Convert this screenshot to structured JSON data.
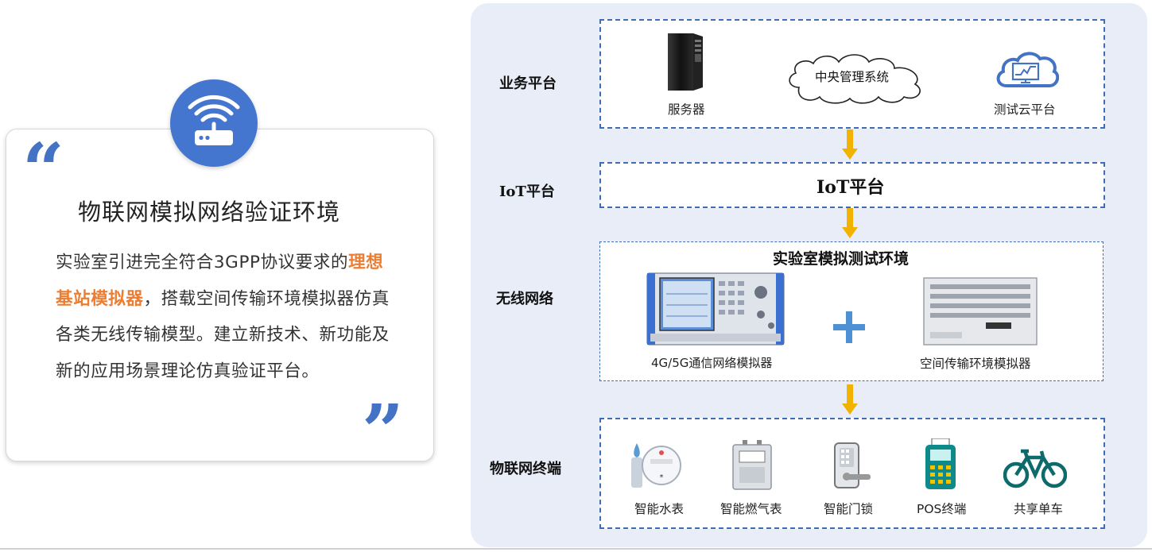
{
  "card": {
    "title": "物联网模拟网络验证环境",
    "body_part1": "实验室引进完全符合3GPP协议要求的",
    "body_highlight": "理想基站模拟器",
    "body_part2": "，搭载空间传输环境模拟器仿真各类无线传输模型。建立新技术、新功能及新的应用场景理论仿真验证平台。",
    "quote_open": "“",
    "quote_close": "”",
    "badge_icon": "router-icon"
  },
  "layers": {
    "business": {
      "label": "业务平台",
      "server": "服务器",
      "central": "中央管理系统",
      "cloud": "测试云平台"
    },
    "iot": {
      "label": "IoT平台",
      "center": "IoT平台"
    },
    "wireless": {
      "label": "无线网络",
      "title": "实验室模拟测试环境",
      "sim1": "4G/5G通信网络模拟器",
      "sim2": "空间传输环境模拟器",
      "plus": "+"
    },
    "terminal": {
      "label": "物联网终端",
      "items": [
        "智能水表",
        "智能燃气表",
        "智能门锁",
        "POS终端",
        "共享单车"
      ]
    }
  },
  "colors": {
    "accent_blue": "#4472c4",
    "highlight_orange": "#ec7d31",
    "arrow_gold": "#f2b300",
    "panel_bg": "#e8edf7",
    "dash_blue": "#3f6db3"
  }
}
